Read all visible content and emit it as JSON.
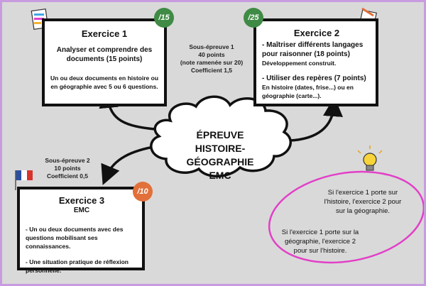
{
  "center": {
    "line1": "ÉPREUVE",
    "line2": "HISTOIRE-GÉOGRAPHIE",
    "line3": "EMC"
  },
  "ex1": {
    "title": "Exercice 1",
    "badge": "/15",
    "subtitle_line1": "Analyser et comprendre des",
    "subtitle_line2": "documents (15 points)",
    "body_line1": "Un ou deux documents en histoire ou",
    "body_line2": "en géographie avec 5 ou 6 questions."
  },
  "ex2": {
    "title": "Exercice 2",
    "badge": "/25",
    "item1_line1": "- Maîtriser différents langages",
    "item1_line2": "pour raisonner (18 points)",
    "item1_detail": "Développement construit.",
    "item2_line1": "- Utiliser des repères (7 points)",
    "item2_detail_line1": "En histoire (dates, frise...) ou en",
    "item2_detail_line2": "géographie (carte...)."
  },
  "ex3": {
    "title": "Exercice 3",
    "badge": "/10",
    "subtitle": "EMC",
    "item1_line1": "- Un ou deux documents avec des",
    "item1_line2": "questions mobilisant ses connaissances.",
    "item2_line1": "- Une situation pratique de réflexion",
    "item2_line2": "personnelle."
  },
  "sub1": {
    "line1": "Sous-épreuve 1",
    "line2": "40 points",
    "line3": "(note ramenée sur 20)",
    "line4": "Coefficient 1,5"
  },
  "sub2": {
    "line1": "Sous-épreuve 2",
    "line2": "10 points",
    "line3": "Coefficient 0,5"
  },
  "tip1": {
    "line1": "Si l'exercice 1 porte sur",
    "line2": "l'histoire, l'exercice 2 pour",
    "line3": "sur la géographie."
  },
  "tip2": {
    "line1": "Si l'exercice 1 porte sur la",
    "line2": "géographie, l'exercice 2",
    "line3": "pour sur l'histoire."
  },
  "colors": {
    "badge1": "#3f8b45",
    "badge2": "#3f8b45",
    "badge3": "#e2703a",
    "circle": "#e23fc8",
    "border": "#c89be0"
  }
}
